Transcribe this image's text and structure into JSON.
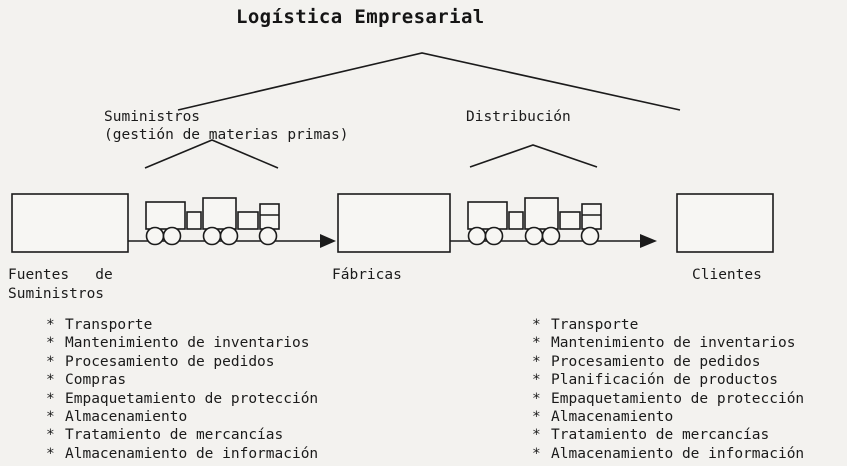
{
  "title": "Logística Empresarial",
  "branches": {
    "supply": {
      "line1": "Suministros",
      "line2": "(gestión de materias primas)"
    },
    "distribution": {
      "label": "Distribución"
    }
  },
  "nodes": {
    "sources": {
      "line1": "Fuentes   de",
      "line2": "Suministros"
    },
    "factories": {
      "label": "Fábricas"
    },
    "clients": {
      "label": "Clientes"
    }
  },
  "left_list": {
    "bullet": "*",
    "items": [
      "Transporte",
      "Mantenimiento de inventarios",
      "Procesamiento de pedidos",
      "Compras",
      "Empaquetamiento de protección",
      "Almacenamiento",
      "Tratamiento de mercancías",
      "Almacenamiento de información"
    ]
  },
  "right_list": {
    "bullet": "*",
    "items": [
      "Transporte",
      "Mantenimiento de inventarios",
      "Procesamiento de pedidos",
      "Planificación de productos",
      "Empaquetamiento de protección",
      "Almacenamiento",
      "Tratamiento de mercancías",
      "Almacenamiento de información"
    ]
  },
  "colors": {
    "ink": "#1b1b1b",
    "paper": "#f3f2ef"
  }
}
